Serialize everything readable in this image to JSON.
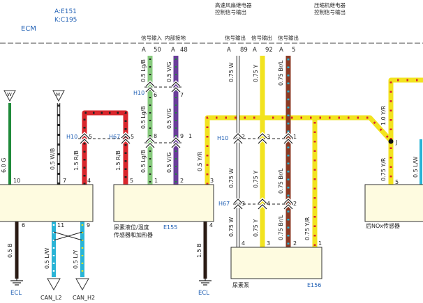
{
  "ecm": {
    "name": "ECM",
    "code_a": "A:E151",
    "code_k": "K:C195"
  },
  "headers": {
    "signal_input": "信号输入",
    "internal_ground": "内部接地",
    "signal_output": "信号输出",
    "fan_relay_1": "高速风扇继电器",
    "fan_relay_2": "控制信号输出",
    "comp_relay_1": "压缩机继电器",
    "comp_relay_2": "控制信号输出"
  },
  "ecm_pins": [
    {
      "prefix": "A",
      "pin": "50"
    },
    {
      "prefix": "A",
      "pin": "48"
    },
    {
      "prefix": "A",
      "pin": "89"
    },
    {
      "prefix": "A",
      "pin": "92"
    },
    {
      "prefix": "A",
      "pin": "5"
    }
  ],
  "wires": {
    "w_6_0g": "6.0 G",
    "w_05wb": "0.5 W/B",
    "w_15rb_a": "1.5 R/B",
    "w_15rb_b": "1.5 R/B",
    "w_05lgb_a": "0.5 Lg/B",
    "w_05lgb_b": "0.5 Lg/B",
    "w_05lgb_c": "0.5 Lg/B",
    "w_05vg_a": "0.5 V/G",
    "w_05vg_b": "0.5 V/G",
    "w_05vg_c": "0.5 V/G",
    "w_05yr_a": "0.5 Y/R",
    "w_075w_a": "0.75 W",
    "w_075w_b": "0.75 W",
    "w_075w_c": "0.75 W",
    "w_075y_a": "0.75 Y",
    "w_075y_b": "0.75 Y",
    "w_075y_c": "0.75 Y",
    "w_075brl_a": "0.75 Br/L",
    "w_075brl_b": "0.75 Br/L",
    "w_075brl_c": "0.75 Br/L",
    "w_075yr_a": "0.75 Y/R",
    "w_075yr_b": "0.75 Y/R",
    "w_10yr": "1.0 Y/R",
    "w_05lw_right": "0.5 L/W",
    "w_05b_a": "0.5 B",
    "w_05lw": "0.5 L/W",
    "w_05ly": "0.5 L/Y",
    "w_15b": "1.5 B"
  },
  "connectors": {
    "h10": "H10",
    "h67": "H67",
    "joint": "J"
  },
  "pin_labels": {
    "p10": "10",
    "p7": "7",
    "p4": "4",
    "p5": "5",
    "p1a": "1",
    "p2a": "2",
    "p3a": "3",
    "p5r": "5",
    "p6": "6",
    "p11": "11",
    "p9": "9",
    "p4b": "4",
    "p4c": "4",
    "p3c": "3",
    "p2c": "2",
    "p1c": "1",
    "h10_5": "5",
    "h67_5": "5",
    "h10_6": "6",
    "h10_7": "7",
    "h67_8": "8",
    "h67_9": "9",
    "h67_1": "1",
    "h10_2": "2",
    "h10_3": "3",
    "h10_1": "1",
    "h67_3": "3",
    "h67_4": "4",
    "h67_2": "2"
  },
  "components": {
    "urea_sensor_line1": "尿素液位/温度",
    "urea_sensor_line2": "传感器和加热器",
    "urea_sensor_code": "E155",
    "urea_pump": "尿素泵",
    "urea_pump_code": "E156",
    "nox_sensor": "后NOx传感器"
  },
  "terminals": {
    "w": "W",
    "m": "M"
  },
  "grounds": {
    "ecl_left": "ECL",
    "ecl_right": "ECL"
  },
  "can": {
    "l2": "CAN_L2",
    "h2": "CAN_H2"
  },
  "colors": {
    "green": "#1f8a3a",
    "red": "#d9262c",
    "light_green": "#86c97c",
    "violet": "#6a3d9a",
    "yellow": "#f2e31f",
    "brown": "#8b3a24",
    "blue": "#1f5fb4",
    "cyan": "#2ab4d6",
    "black": "#1b1b1b",
    "box_fill": "#fefbe0"
  }
}
